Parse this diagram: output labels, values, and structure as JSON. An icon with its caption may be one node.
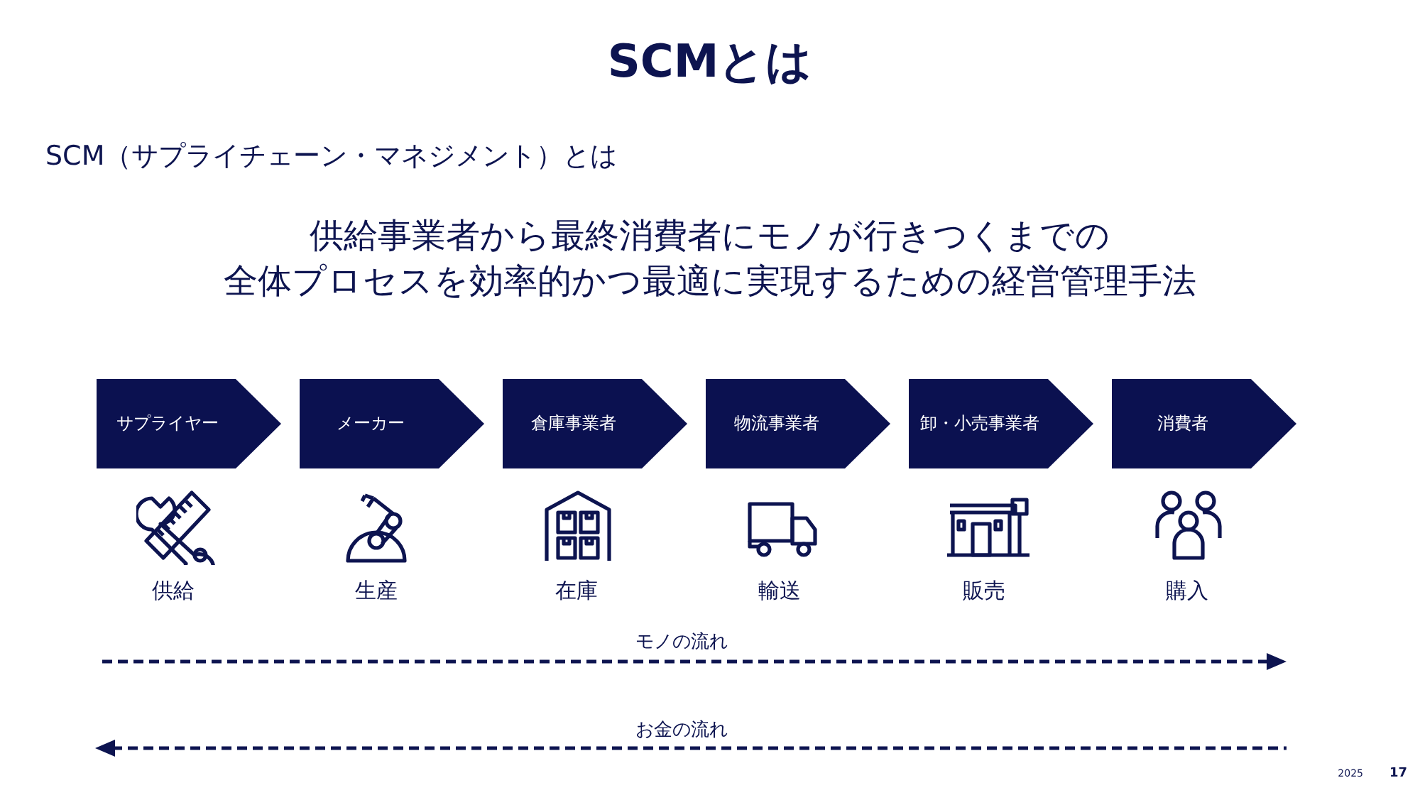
{
  "diagram": {
    "title": "SCMとは",
    "nodes": [
      {
        "text": [
          "サプライヤー"
        ]
      },
      {
        "text": [
          "メーカー"
        ]
      },
      {
        "text": [
          "倉庫事業者"
        ]
      },
      {
        "text": [
          "物流事業者"
        ]
      },
      {
        "text": [
          "卸・小売事業者"
        ]
      },
      {
        "text": [
          "消費者"
        ]
      }
    ],
    "labels": [
      "SCM（サプライチェーン・マネジメント）とは",
      "供給事業者から最終消費者にモノが行きつくまでの全体プロセスを効率的かつ最適に実現するための経営管理手法",
      "供給",
      "生産",
      "在庫",
      "輸送",
      "販売",
      "購入",
      "モノの流れ",
      "お金の流れ",
      "2025",
      "17"
    ]
  }
}
